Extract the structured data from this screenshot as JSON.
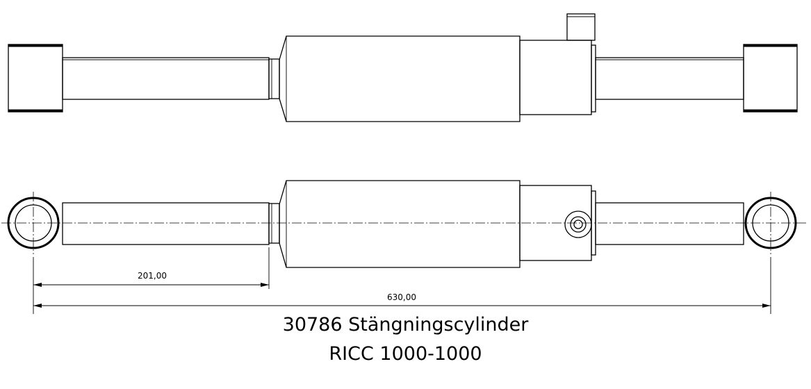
{
  "drawing": {
    "dimension_short": "201,00",
    "dimension_overall": "630,00",
    "title_line1": "30786 Stängningscylinder",
    "title_line2": "RICC 1000-1000"
  }
}
